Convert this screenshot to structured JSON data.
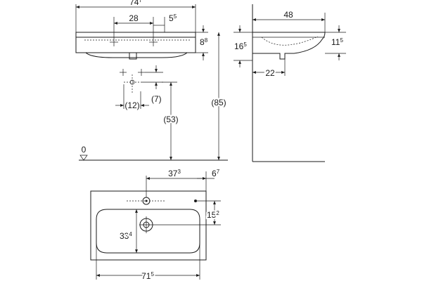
{
  "front_view": {
    "dims": {
      "overall_width": {
        "main": "74",
        "sup": "7"
      },
      "tap_holes_spacing": {
        "main": "28",
        "sup": ""
      },
      "right_offset": {
        "main": "5",
        "sup": "5"
      },
      "rim_height": {
        "main": "8",
        "sup": "8"
      },
      "waste_offset": {
        "main": "(12)",
        "sup": ""
      },
      "waste_drop": {
        "main": "(7)",
        "sup": ""
      },
      "waste_height": {
        "main": "(53)",
        "sup": ""
      },
      "mount_height": {
        "main": "(85)",
        "sup": ""
      },
      "floor_level": {
        "main": "0",
        "sup": ""
      }
    }
  },
  "side_view": {
    "dims": {
      "depth": {
        "main": "48",
        "sup": ""
      },
      "overall_height": {
        "main": "16",
        "sup": "5"
      },
      "bowl_height": {
        "main": "11",
        "sup": "5"
      },
      "waste_from_wall": {
        "main": "22",
        "sup": ""
      }
    }
  },
  "top_view": {
    "dims": {
      "tap_hole_from_right": {
        "main": "37",
        "sup": "3"
      },
      "right_edge": {
        "main": "6",
        "sup": "7"
      },
      "waste_from_back": {
        "main": "15",
        "sup": "2"
      },
      "bowl_depth": {
        "main": "33",
        "sup": "4"
      },
      "bowl_width": {
        "main": "71",
        "sup": "5"
      }
    }
  }
}
